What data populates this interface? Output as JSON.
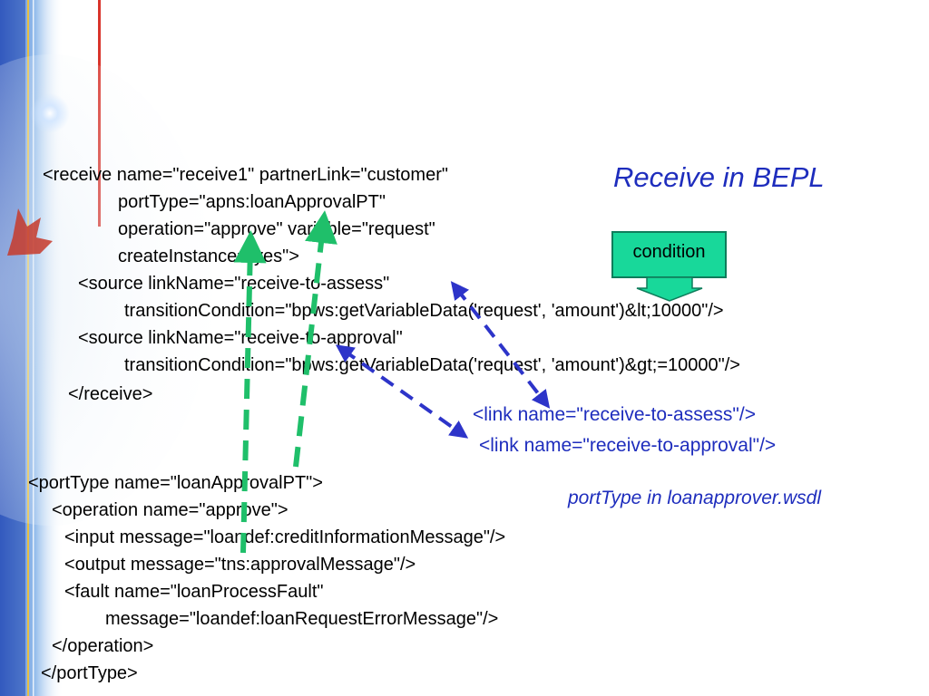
{
  "title": "Receive in BEPL",
  "subtitle": "portType in loanapprover.wsdl",
  "condition_label": "condition",
  "receive_lines": [
    "<receive name=\"receive1\" partnerLink=\"customer\"",
    "portType=\"apns:loanApprovalPT\"",
    "operation=\"approve\" variable=\"request\"",
    "createInstance=\"yes\">",
    "<source linkName=\"receive-to-assess\"",
    "transitionCondition=\"bpws:getVariableData('request', 'amount')&lt;10000\"/>",
    "<source linkName=\"receive-to-approval\"",
    "transitionCondition=\"bpws:getVariableData('request', 'amount')&gt;=10000\"/>",
    "</receive>"
  ],
  "link_lines": [
    "<link name=\"receive-to-assess\"/>",
    "<link name=\"receive-to-approval\"/>"
  ],
  "porttype_lines": [
    "<portType name=\"loanApprovalPT\">",
    "<operation name=\"approve\">",
    "<input message=\"loandef:creditInformationMessage\"/>",
    "<output message=\"tns:approvalMessage\"/>",
    "<fault name=\"loanProcessFault\"",
    "message=\"loandef:loanRequestErrorMessage\"/>",
    "</operation>",
    "</portType>"
  ],
  "colors": {
    "accent_blue": "#1e2dbd",
    "condition_green": "#18d89a",
    "green_arrow": "#1fbf6a",
    "blue_arrow": "#2d34c9"
  }
}
